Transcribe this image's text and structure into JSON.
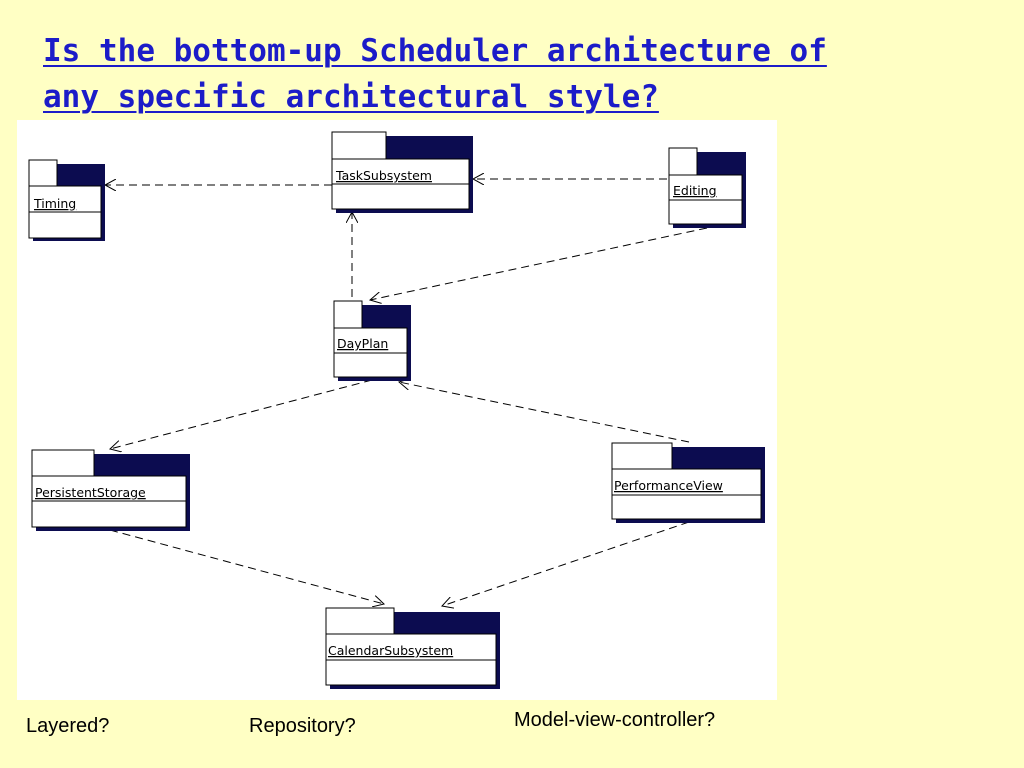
{
  "title": {
    "line1": "Is the bottom-up Scheduler architecture of",
    "line2": "any specific architectural style?"
  },
  "diagram": {
    "packages": {
      "timing": "Timing",
      "task_subsystem": "TaskSubsystem",
      "editing": "Editing",
      "day_plan": "DayPlan",
      "persistent_storage": "PersistentStorage",
      "performance_view": "PerformanceView",
      "calendar_subsystem": "CalendarSubsystem"
    },
    "dependencies": [
      {
        "from": "TaskSubsystem",
        "to": "Timing"
      },
      {
        "from": "Editing",
        "to": "TaskSubsystem"
      },
      {
        "from": "Editing",
        "to": "DayPlan"
      },
      {
        "from": "DayPlan",
        "to": "TaskSubsystem"
      },
      {
        "from": "DayPlan",
        "to": "PersistentStorage"
      },
      {
        "from": "PerformanceView",
        "to": "DayPlan"
      },
      {
        "from": "PersistentStorage",
        "to": "CalendarSubsystem"
      },
      {
        "from": "PerformanceView",
        "to": "CalendarSubsystem"
      }
    ]
  },
  "footer": {
    "layered": "Layered?",
    "repository": "Repository?",
    "mvc": "Model-view-controller?"
  }
}
